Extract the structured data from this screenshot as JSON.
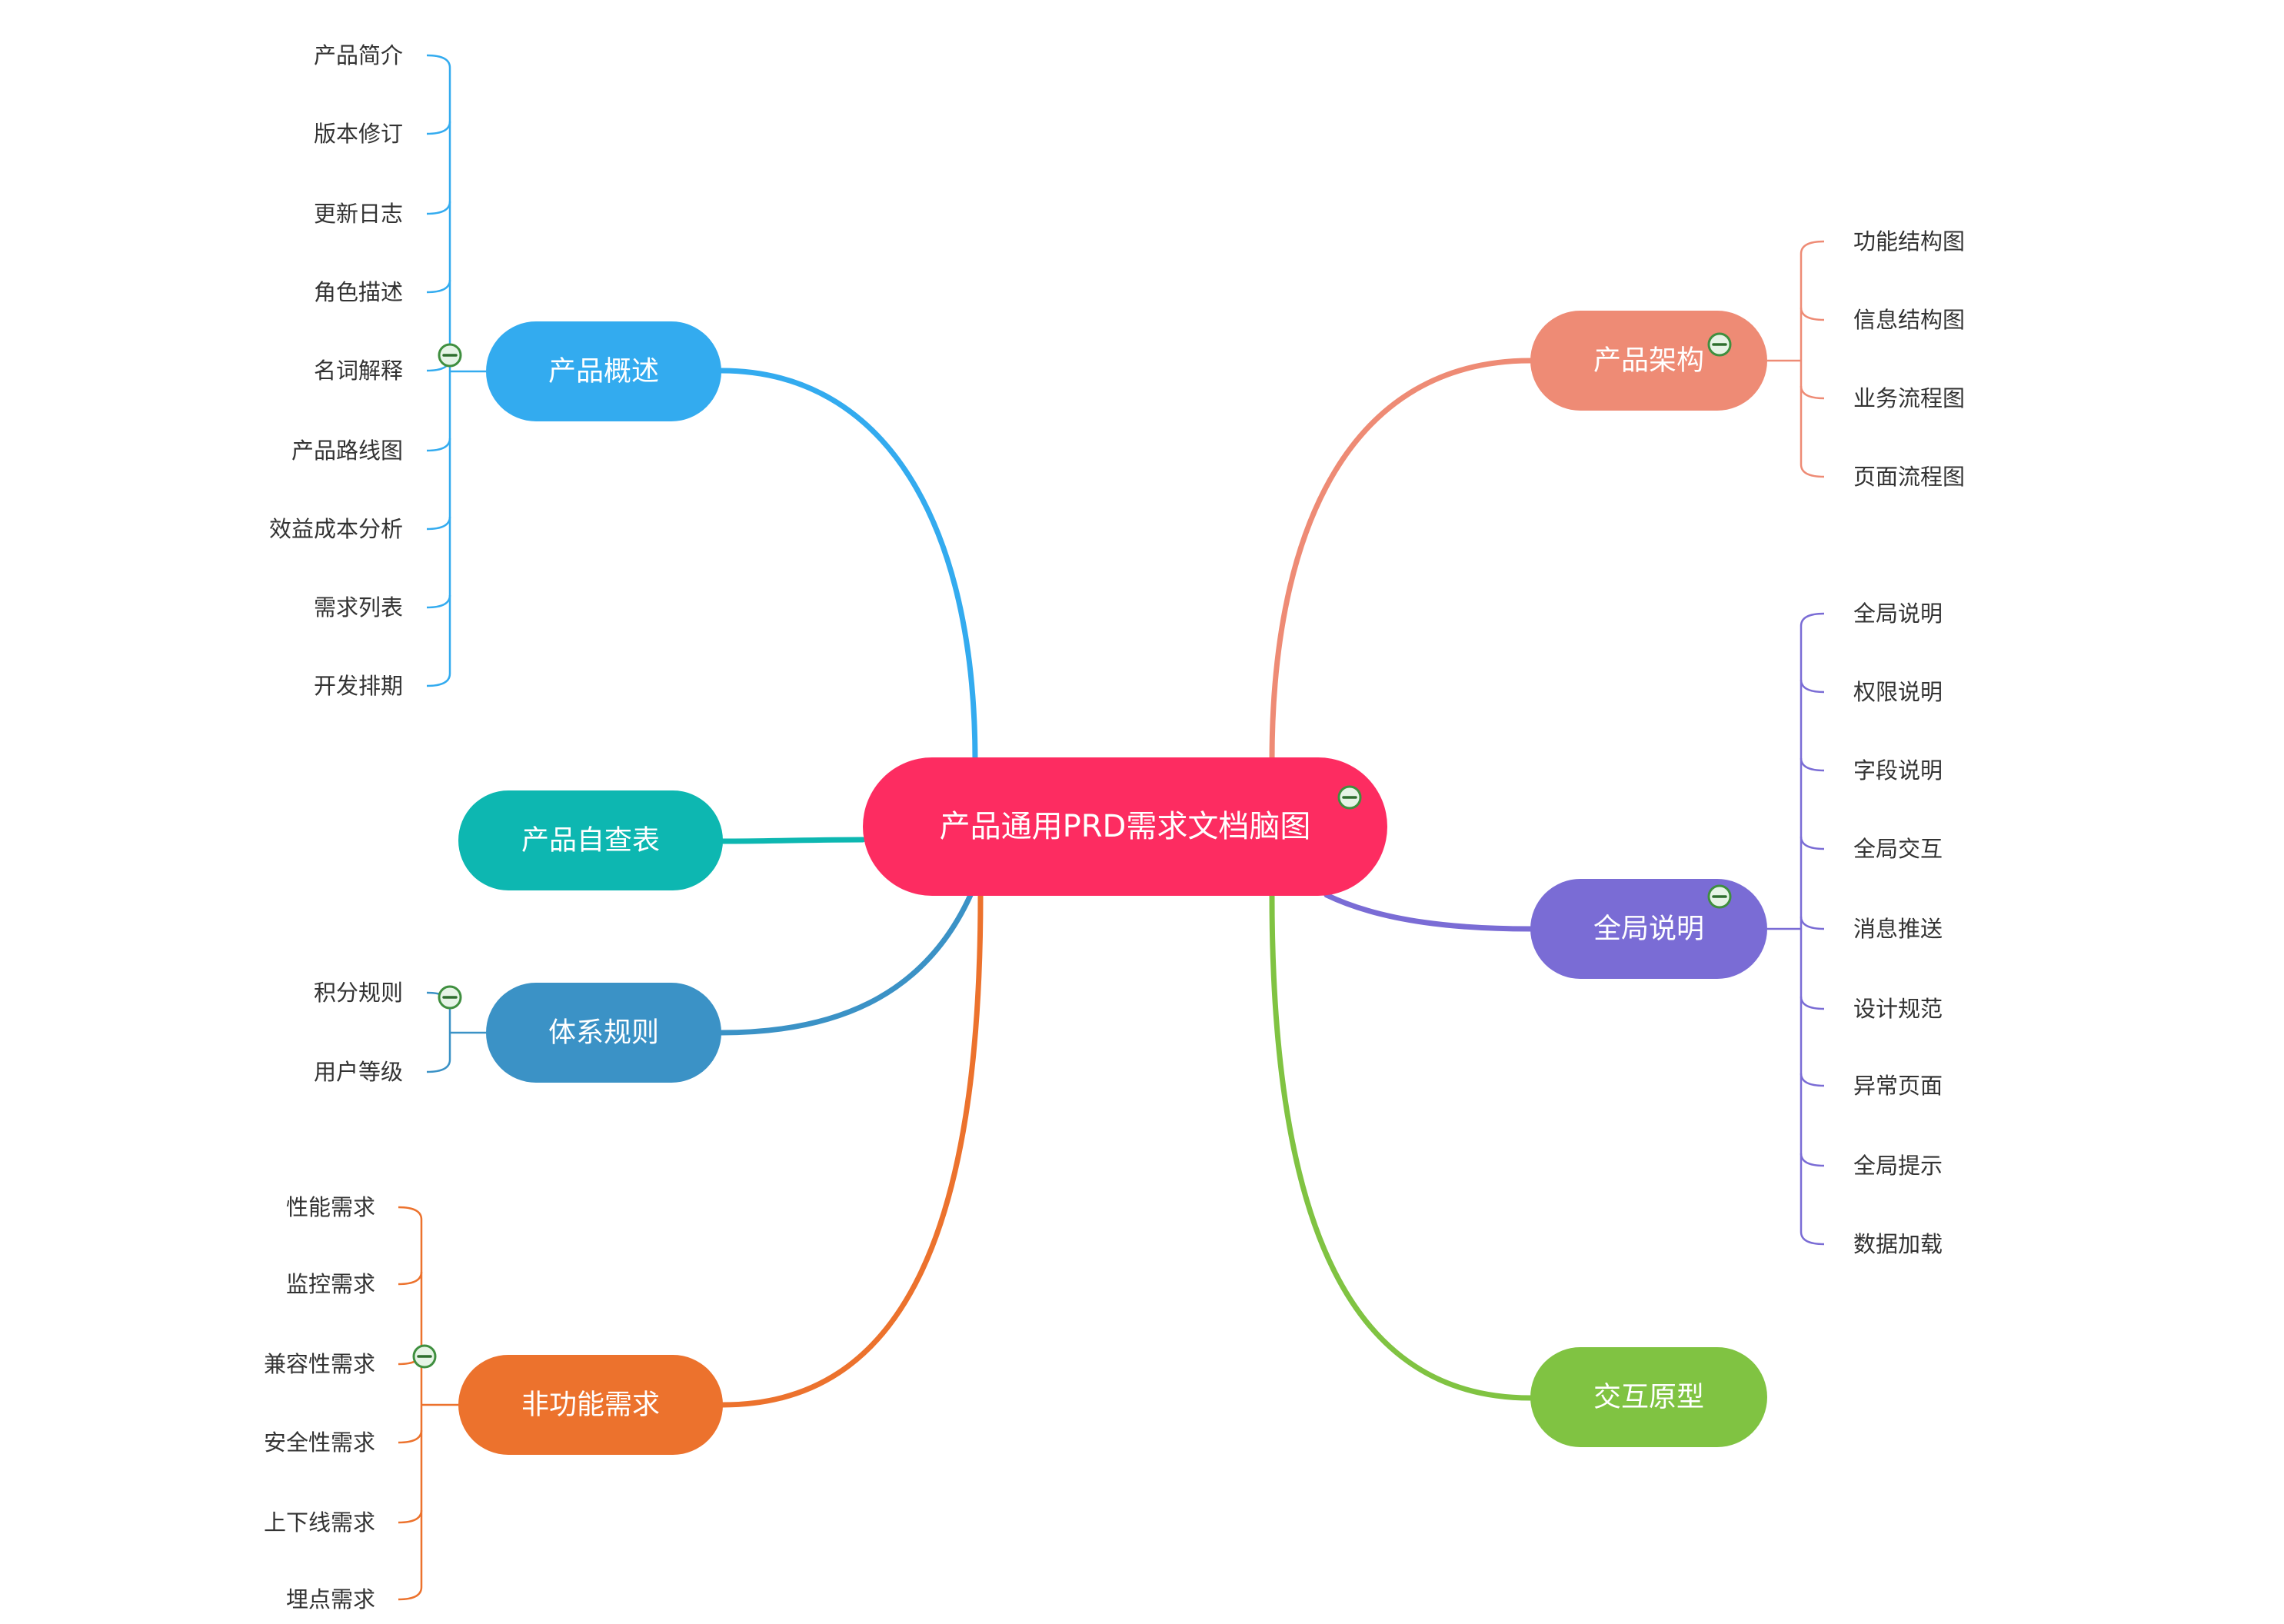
{
  "root": {
    "label": "产品通用PRD需求文档脑图",
    "color": "#FD2C61"
  },
  "branches": [
    {
      "id": "overview",
      "label": "产品概述",
      "color": "#33ABEF",
      "children": [
        "产品简介",
        "版本修订",
        "更新日志",
        "角色描述",
        "名词解释",
        "产品路线图",
        "效益成本分析",
        "需求列表",
        "开发排期"
      ]
    },
    {
      "id": "selfcheck",
      "label": "产品自查表",
      "color": "#0DB7B1",
      "children": []
    },
    {
      "id": "system",
      "label": "体系规则",
      "color": "#3B92C6",
      "children": [
        "积分规则",
        "用户等级"
      ]
    },
    {
      "id": "nonfunc",
      "label": "非功能需求",
      "color": "#EC722D",
      "children": [
        "性能需求",
        "监控需求",
        "兼容性需求",
        "安全性需求",
        "上下线需求",
        "埋点需求"
      ]
    },
    {
      "id": "arch",
      "label": "产品架构",
      "color": "#EE8B75",
      "children": [
        "功能结构图",
        "信息结构图",
        "业务流程图",
        "页面流程图"
      ]
    },
    {
      "id": "global",
      "label": "全局说明",
      "color": "#7A6CD5",
      "children": [
        "全局说明",
        "权限说明",
        "字段说明",
        "全局交互",
        "消息推送",
        "设计规范",
        "异常页面",
        "全局提示",
        "数据加载"
      ]
    },
    {
      "id": "proto",
      "label": "交互原型",
      "color": "#80C342",
      "children": []
    }
  ]
}
